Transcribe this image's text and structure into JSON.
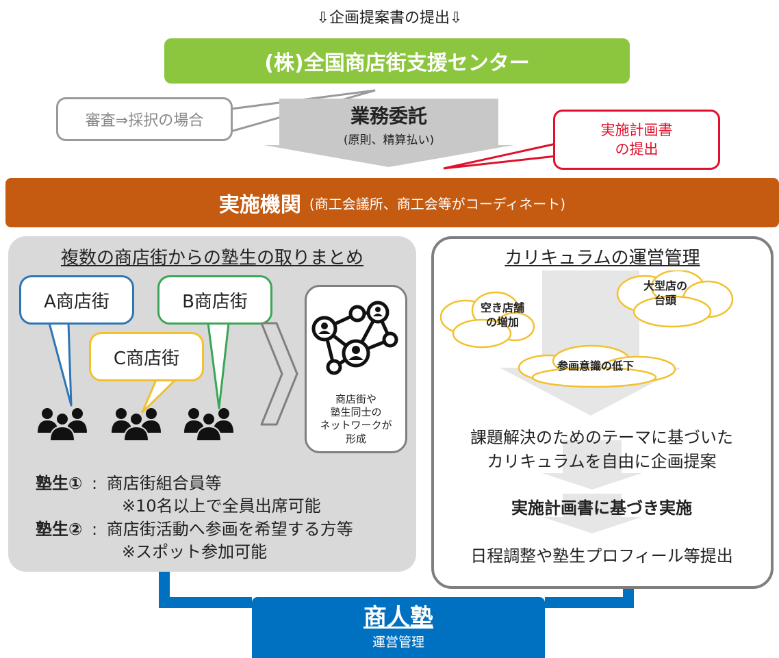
{
  "top_caption": "⇩企画提案書の提出⇩",
  "org_bar": {
    "label": "(株)全国商店街支援センター"
  },
  "screening": {
    "label": "審査⇒採択の場合"
  },
  "commission": {
    "title": "業務委託",
    "subtitle": "(原則、精算払い)"
  },
  "plan_submission": {
    "line1": "実施計画書",
    "line2": "の提出"
  },
  "implementing_body": {
    "title": "実施機関",
    "subtitle": "(商工会議所、商工会等がコーディネート)"
  },
  "left_panel": {
    "title": "複数の商店街からの塾生の取りまとめ",
    "bubbles": {
      "a": "A商店街",
      "b": "B商店街",
      "c": "C商店街"
    },
    "network_caption": [
      "商店街や",
      "塾生同士の",
      "ネットワークが",
      "形成"
    ],
    "students": [
      {
        "label": "塾生①",
        "sep": ":",
        "desc": "商店街組合員等",
        "note": "※10名以上で全員出席可能"
      },
      {
        "label": "塾生②",
        "sep": ":",
        "desc": "商店街活動へ参画を希望する方等",
        "note": "※スポット参加可能"
      }
    ]
  },
  "right_panel": {
    "title": "カリキュラムの運営管理",
    "clouds": {
      "vacant": [
        "空き店舗",
        "の増加"
      ],
      "large_store": [
        "大型店の",
        "台頭"
      ],
      "participation": "参画意識の低下"
    },
    "flow": {
      "line1": "課題解決のためのテーマに基づいた",
      "line2": "カリキュラムを自由に企画提案",
      "step2": "実施計画書に基づき実施",
      "step3": "日程調整や塾生プロフィール等提出"
    }
  },
  "juku": {
    "title": "商人塾",
    "subtitle": "運営管理"
  },
  "colors": {
    "green": "#8cc63f",
    "orange": "#c55a11",
    "blue": "#0070c0",
    "red": "#e0102a",
    "panel_gray": "#d9d9d9",
    "cloud_border": "#f2c12e"
  }
}
